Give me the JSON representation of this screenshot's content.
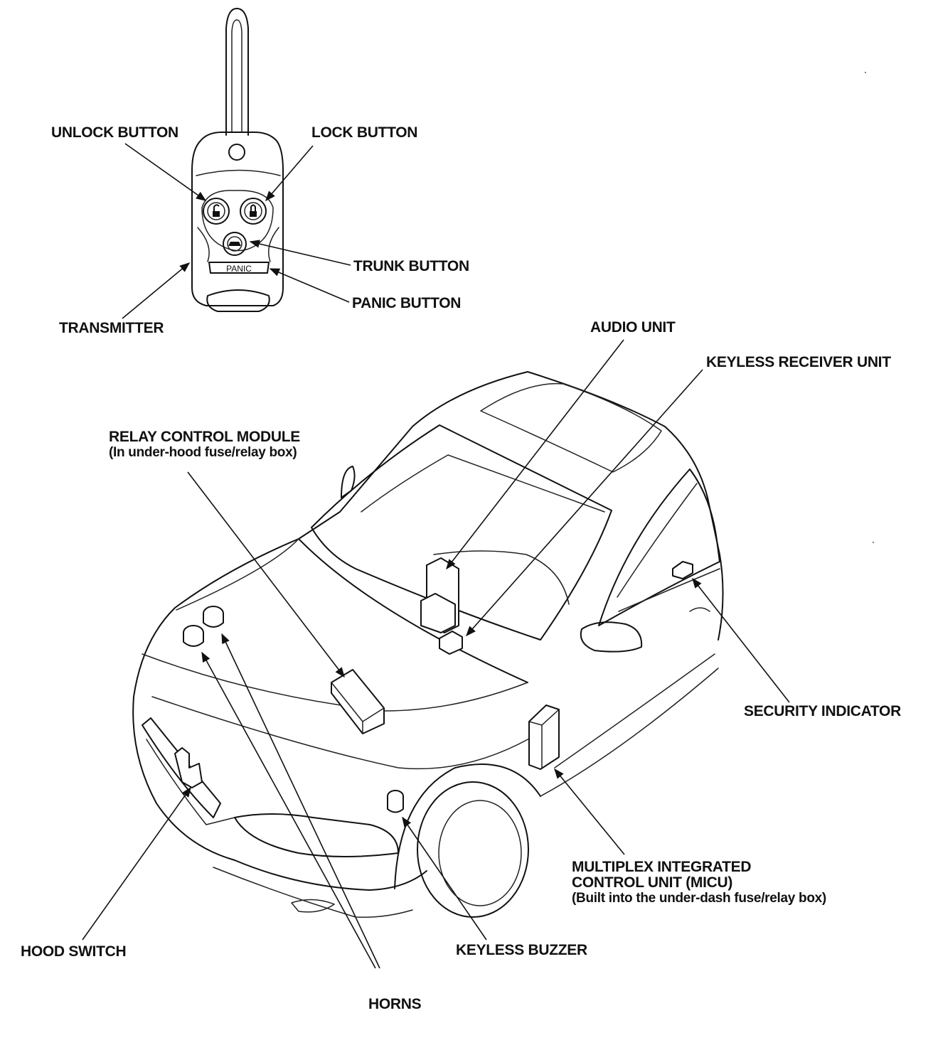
{
  "labels": {
    "unlock_button": "UNLOCK BUTTON",
    "lock_button": "LOCK BUTTON",
    "trunk_button": "TRUNK BUTTON",
    "panic_button": "PANIC BUTTON",
    "transmitter": "TRANSMITTER",
    "panic_key_text": "PANIC",
    "audio_unit": "AUDIO UNIT",
    "keyless_receiver_unit": "KEYLESS RECEIVER UNIT",
    "relay_control_module": "RELAY CONTROL MODULE",
    "relay_control_module_note": "(In under-hood fuse/relay box)",
    "security_indicator": "SECURITY INDICATOR",
    "micu_line1": "MULTIPLEX INTEGRATED",
    "micu_line2": "CONTROL UNIT (MICU)",
    "micu_note": "(Built into the under-dash fuse/relay box)",
    "hood_switch": "HOOD SWITCH",
    "keyless_buzzer": "KEYLESS BUZZER",
    "horns": "HORNS"
  }
}
